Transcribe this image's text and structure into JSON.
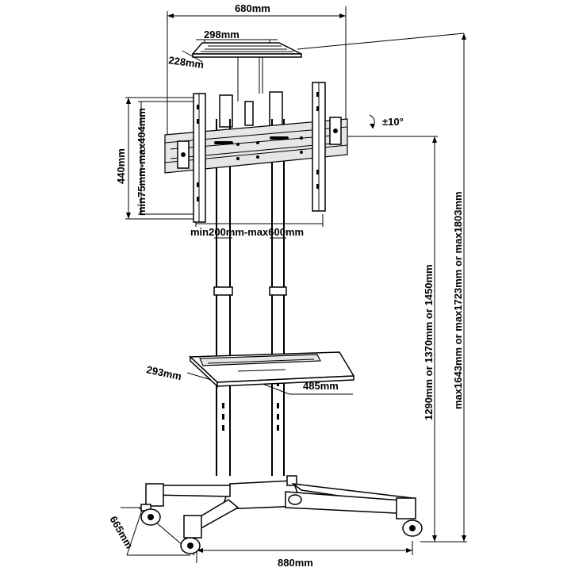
{
  "dimensions": {
    "top_width": "680mm",
    "shelf_top_width": "298mm",
    "shelf_top_depth": "228mm",
    "mount_height": "440mm",
    "vesa_vertical": "min75mm-max404mm",
    "vesa_horizontal": "min200mm-max600mm",
    "tilt": "±10°",
    "shelf_depth": "293mm",
    "shelf_width": "485mm",
    "height_options": "1290mm or 1370mm or 1450mm",
    "max_height_options": "max1643mm or max1723mm or max1803mm",
    "base_depth": "665mm",
    "base_width": "880mm"
  }
}
